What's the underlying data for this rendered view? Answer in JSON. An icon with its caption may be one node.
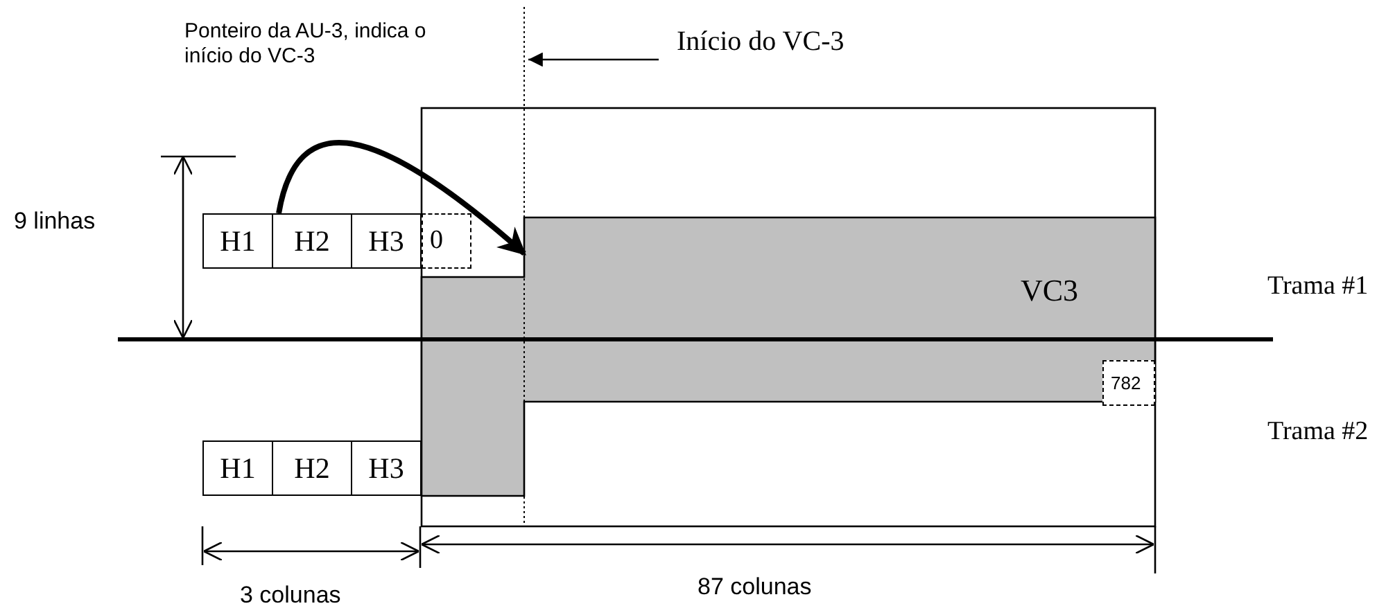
{
  "diagram": {
    "nodes": [
      {
        "text": [
          "H1"
        ]
      },
      {
        "text": [
          "H2"
        ]
      },
      {
        "text": [
          "H3"
        ]
      },
      {
        "text": [
          "0"
        ]
      },
      {
        "text": [
          "H1"
        ]
      },
      {
        "text": [
          "H2"
        ]
      },
      {
        "text": [
          "H3"
        ]
      },
      {
        "text": [
          "782"
        ],
        "in": 8
      },
      {
        "text": [
          "VC3"
        ]
      },
      {
        "text": [
          "Início do VC-3"
        ]
      }
    ],
    "edges": [
      {
        "from": 1,
        "to": 8,
        "arrow": "to",
        "style": "thick"
      },
      {
        "from": 9,
        "to": null,
        "arrow": "to"
      }
    ],
    "labels": [
      "Ponteiro da  AU-3, indica o início do VC-3",
      "9 linhas",
      "Trama #1",
      "Trama #2",
      "3 colunas",
      "87 colunas"
    ]
  }
}
